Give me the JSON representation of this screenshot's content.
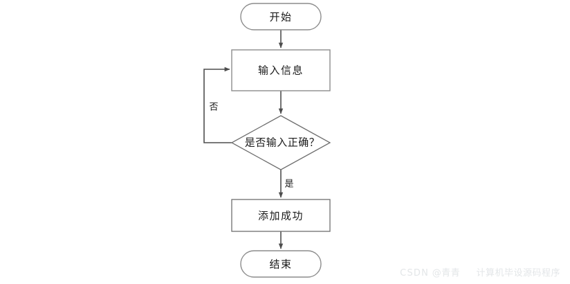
{
  "diagram": {
    "type": "flowchart",
    "orientation": "top-to-bottom",
    "background_color": "#ffffff",
    "shape_stroke_color": "#8c8c8c",
    "connector_color": "#4d4d4d",
    "text_color": "#1a1a1a",
    "nodes": [
      {
        "id": "start",
        "shape": "rounded-rectangle",
        "label": "开始"
      },
      {
        "id": "input",
        "shape": "rectangle",
        "label": "输入信息"
      },
      {
        "id": "decision",
        "shape": "diamond",
        "label": "是否输入正确？"
      },
      {
        "id": "success",
        "shape": "rectangle",
        "label": "添加成功"
      },
      {
        "id": "end",
        "shape": "rounded-rectangle",
        "label": "结束"
      }
    ],
    "edges": [
      {
        "from": "start",
        "to": "input",
        "label": ""
      },
      {
        "from": "input",
        "to": "decision",
        "label": ""
      },
      {
        "from": "decision",
        "to": "input",
        "label": "否"
      },
      {
        "from": "decision",
        "to": "success",
        "label": "是"
      },
      {
        "from": "success",
        "to": "end",
        "label": ""
      }
    ]
  },
  "watermark": {
    "brand": "CSDN",
    "author": "@青青",
    "tagline": "计算机毕设源码程序",
    "color": "#e3e6e8"
  }
}
